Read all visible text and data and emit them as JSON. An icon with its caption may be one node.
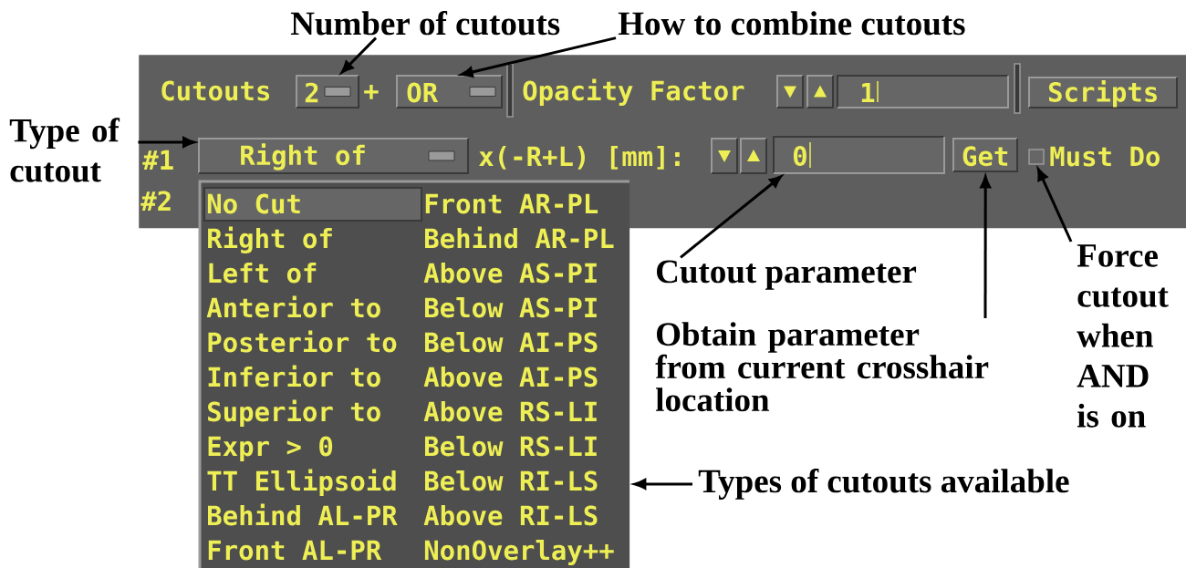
{
  "diagram": {
    "nodes": [
      {
        "text": [
          "Number of cutouts"
        ]
      },
      {
        "text": [
          "How to combine cutouts"
        ]
      },
      {
        "text": [
          "Type of cutout"
        ]
      },
      {
        "text": [
          "Cutout parameter"
        ]
      },
      {
        "text": [
          "Obtain parameter from current crosshair location"
        ]
      },
      {
        "text": [
          "Force cutout when AND is on"
        ]
      },
      {
        "text": [
          "Types of cutouts available"
        ]
      },
      {
        "text": [
          "Cutouts",
          "+",
          "Opacity Factor",
          "#1",
          "x(-R+L) [mm]:",
          "Must Do",
          "#2"
        ]
      },
      {
        "text": [
          "2"
        ],
        "in": 7
      },
      {
        "text": [
          "OR"
        ],
        "in": 7
      },
      {
        "text": [
          "1"
        ],
        "in": 7
      },
      {
        "text": [
          "Scripts"
        ],
        "in": 7
      },
      {
        "text": [
          "Right of"
        ],
        "in": 7
      },
      {
        "text": [
          "0"
        ],
        "in": 7
      },
      {
        "text": [
          "Get"
        ],
        "in": 7
      },
      {
        "text": [],
        "shape": "box",
        "in": 7
      },
      {
        "text": [
          "No Cut",
          "Front AR-PL",
          "Right of",
          "Behind AR-PL",
          "Left of",
          "Above AS-PI",
          "Anterior to",
          "Below AS-PI",
          "Posterior to",
          "Below AI-PS",
          "Inferior to",
          "Above AI-PS",
          "Superior to",
          "Above RS-LI",
          "Expr > 0",
          "Below RS-LI",
          "TT Ellipsoid",
          "Below RI-LS",
          "Behind AL-PR",
          "Above RI-LS",
          "Front AL-PR",
          "NonOverlay++"
        ]
      }
    ],
    "edges": [
      {
        "from": 0,
        "to": 8,
        "arrow": "to"
      },
      {
        "from": 1,
        "to": 9,
        "arrow": "to"
      },
      {
        "from": 2,
        "to": 12,
        "arrow": "to"
      },
      {
        "from": 3,
        "to": 13,
        "arrow": "to"
      },
      {
        "from": 4,
        "to": 14,
        "arrow": "to"
      },
      {
        "from": 5,
        "to": 15,
        "arrow": "to"
      },
      {
        "from": 6,
        "to": 16,
        "arrow": "to"
      }
    ]
  }
}
